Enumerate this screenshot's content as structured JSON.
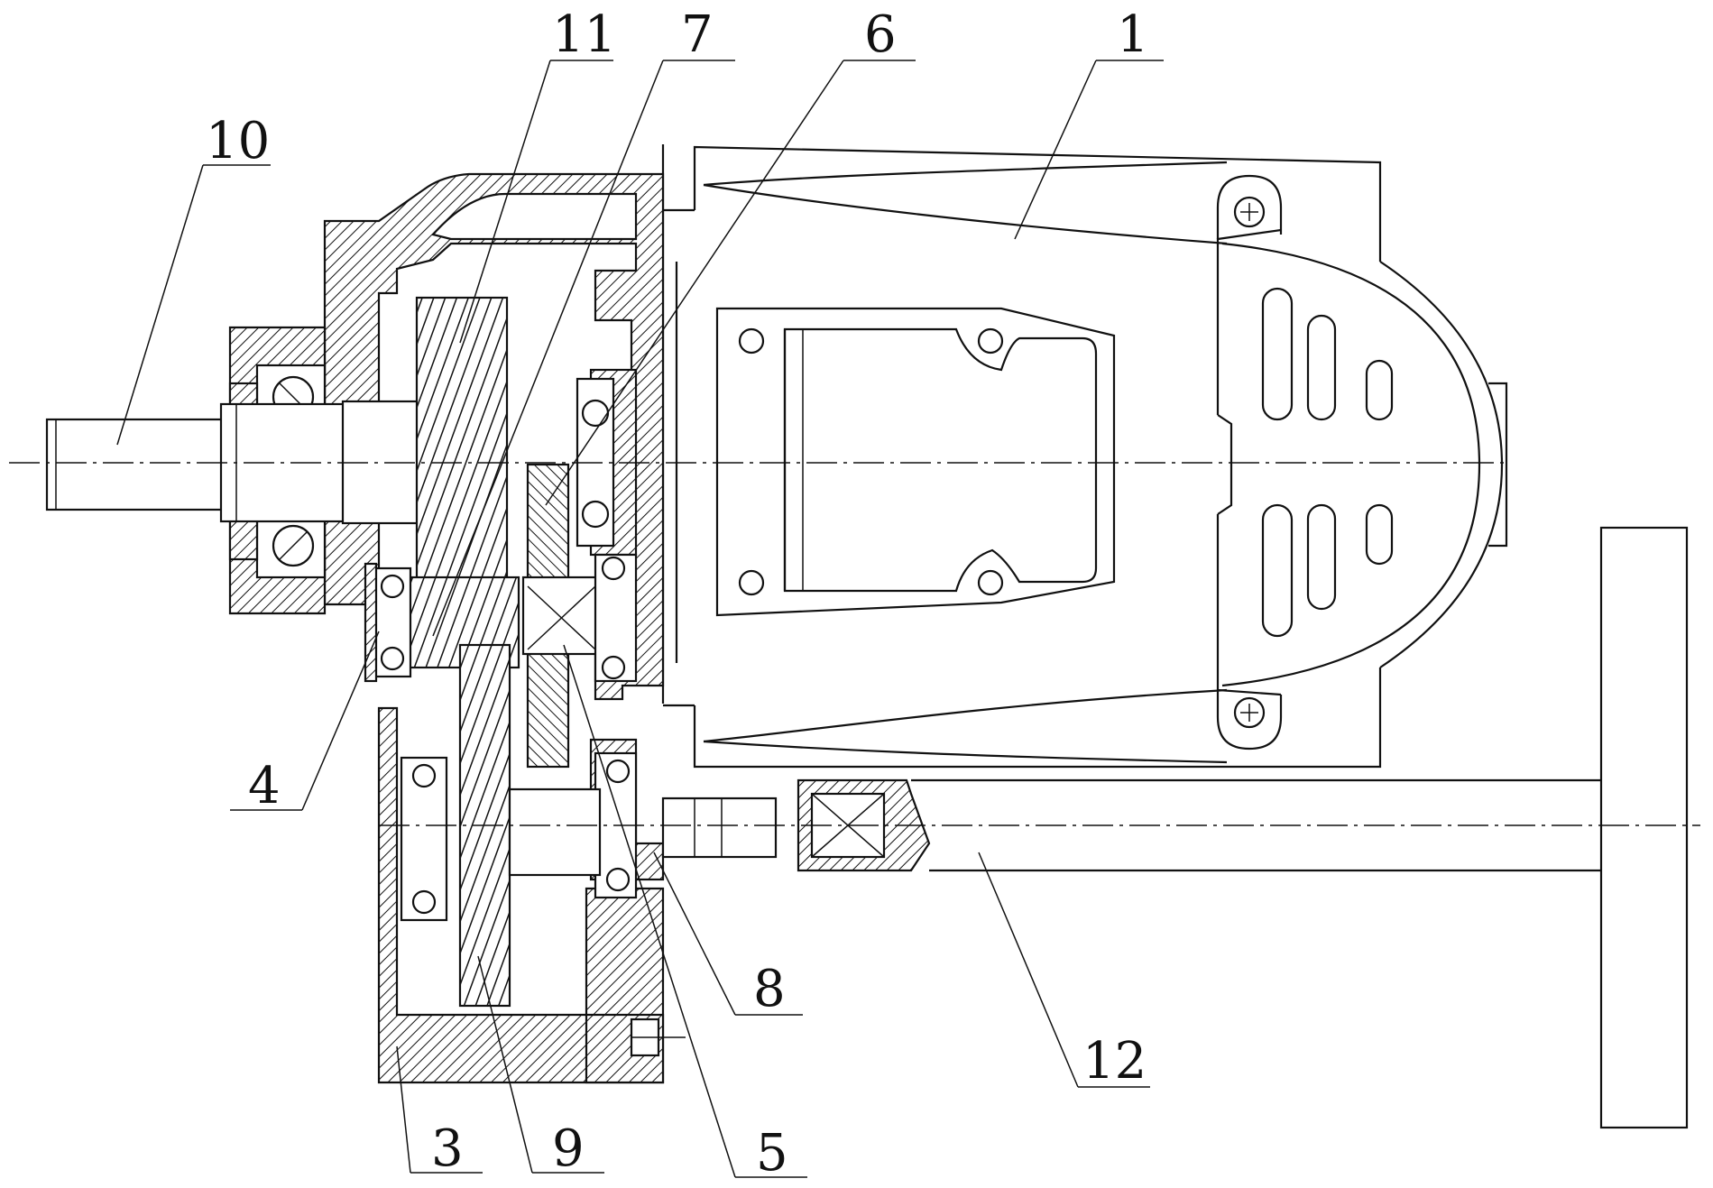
{
  "labels": {
    "l1": "1",
    "l3": "3",
    "l4": "4",
    "l5": "5",
    "l6": "6",
    "l7": "7",
    "l8": "8",
    "l9": "9",
    "l10": "10",
    "l11": "11",
    "l12": "12"
  }
}
